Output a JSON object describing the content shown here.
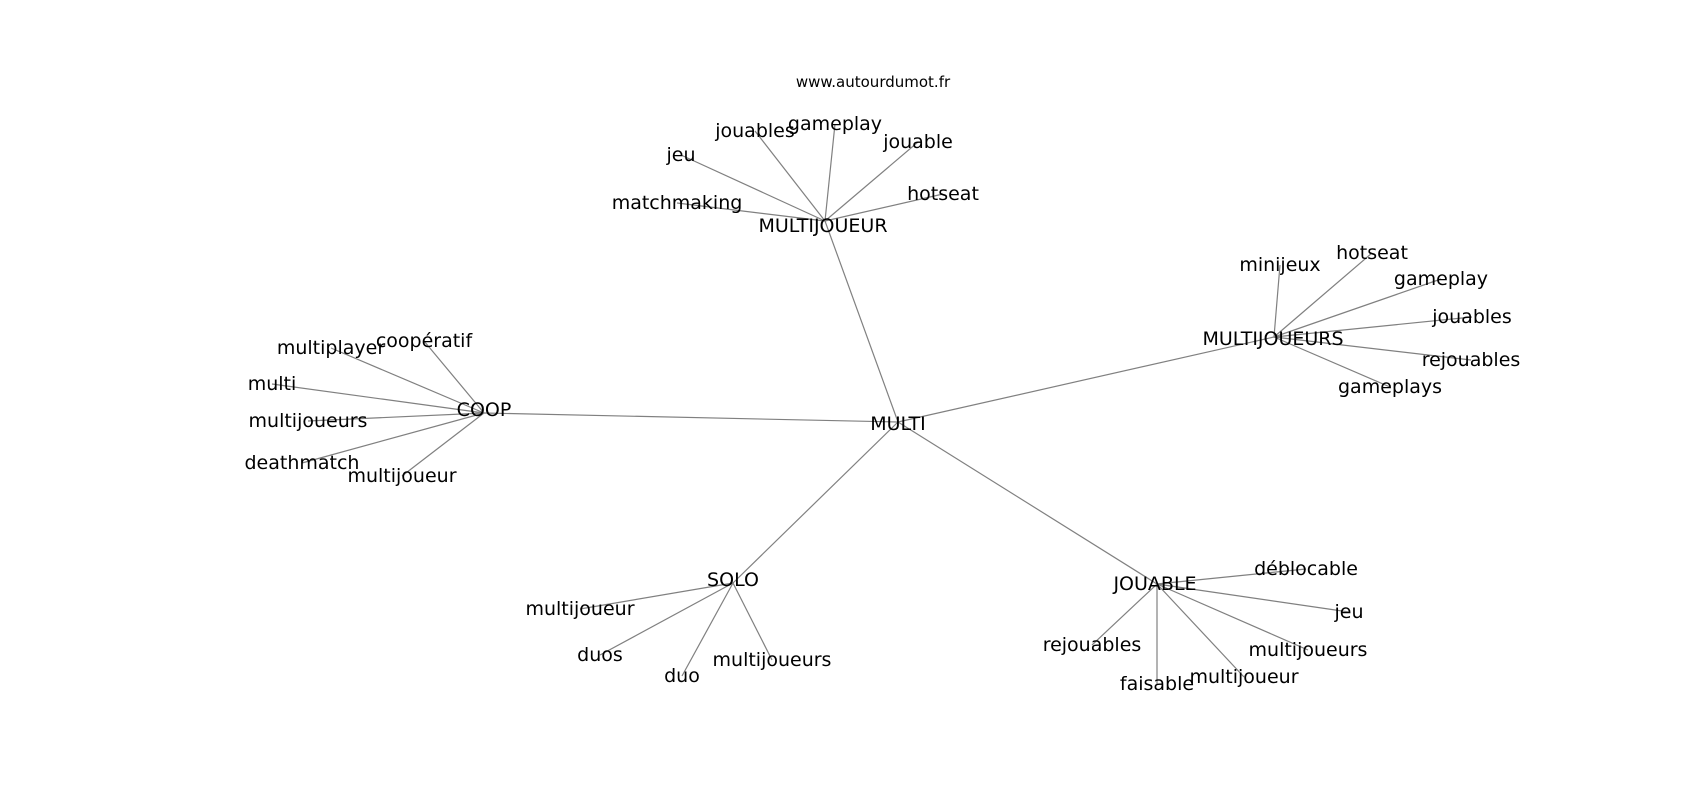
{
  "watermark": "www.autourdumot.fr",
  "colors": {
    "edge": "#808080",
    "text": "#000000",
    "background": "#ffffff"
  },
  "center": {
    "id": "multi",
    "label": "MULTI"
  },
  "clusters": [
    {
      "id": "multijoueur",
      "label": "MULTIJOUEUR",
      "leaves": [
        "jeu",
        "jouables",
        "gameplay",
        "jouable",
        "hotseat",
        "matchmaking"
      ]
    },
    {
      "id": "multijoueurs",
      "label": "MULTIJOUEURS",
      "leaves": [
        "minijeux",
        "hotseat",
        "gameplay",
        "jouables",
        "rejouables",
        "gameplays"
      ]
    },
    {
      "id": "coop",
      "label": "COOP",
      "leaves": [
        "multiplayer",
        "coopératif",
        "multi",
        "multijoueurs",
        "deathmatch",
        "multijoueur"
      ]
    },
    {
      "id": "solo",
      "label": "SOLO",
      "leaves": [
        "multijoueur",
        "duos",
        "duo",
        "multijoueurs"
      ]
    },
    {
      "id": "jouable",
      "label": "JOUABLE",
      "leaves": [
        "déblocable",
        "jeu",
        "rejouables",
        "multijoueurs",
        "faisable",
        "multijoueur"
      ]
    }
  ]
}
